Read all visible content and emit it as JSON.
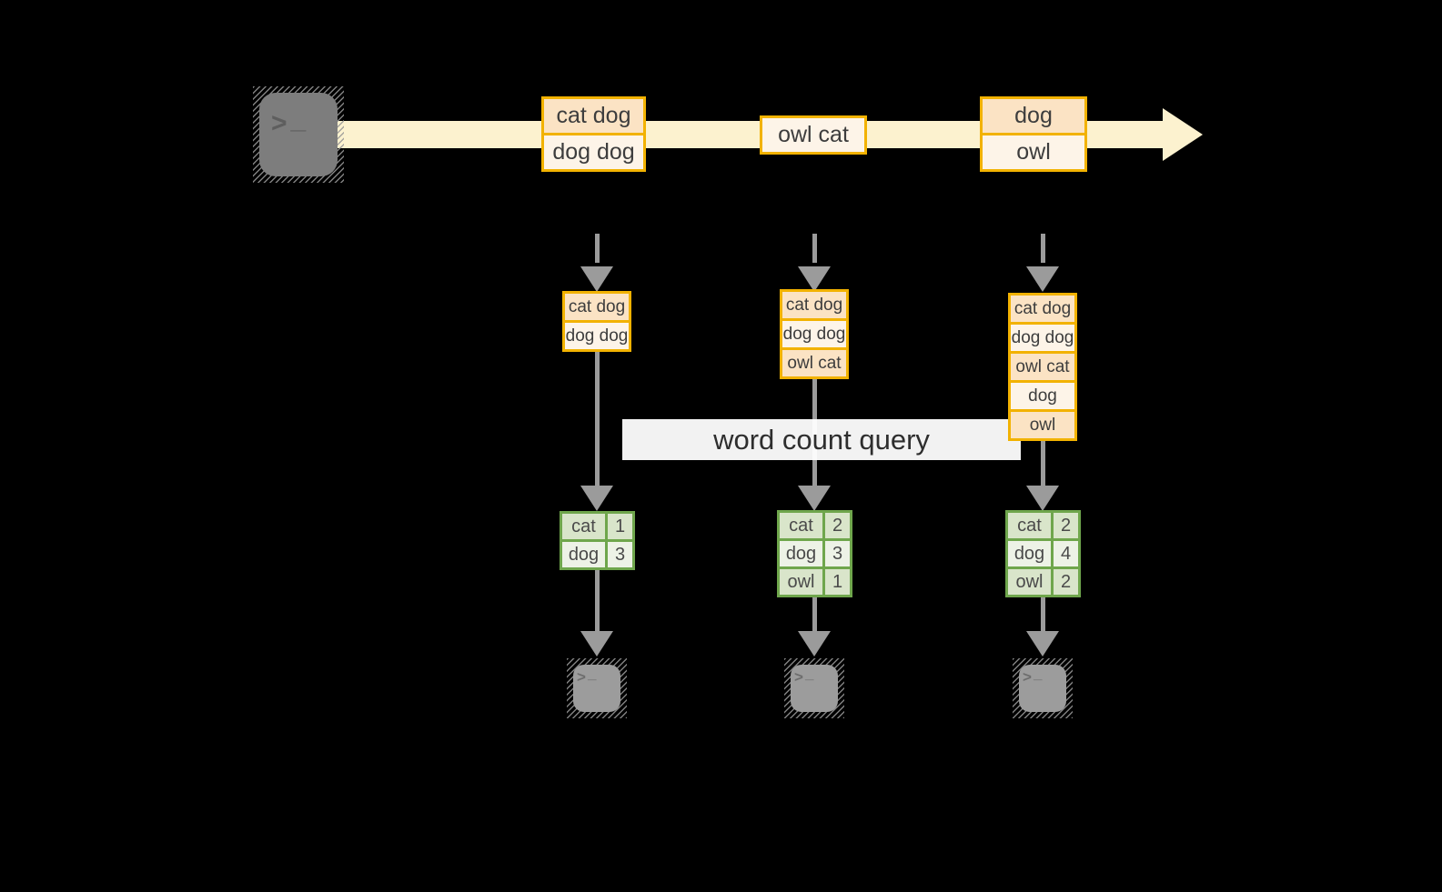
{
  "diagram": {
    "query_label": "word count query",
    "terminal_prompt": ">",
    "terminal_cursor": "_",
    "stream": {
      "messages": [
        {
          "rows": [
            "cat dog",
            "dog dog"
          ]
        },
        {
          "rows": [
            "owl cat"
          ]
        },
        {
          "rows": [
            "dog",
            "owl"
          ]
        }
      ]
    },
    "columns": [
      {
        "buffer": [
          "cat dog",
          "dog dog"
        ],
        "counts": [
          {
            "word": "cat",
            "value": "1"
          },
          {
            "word": "dog",
            "value": "3"
          }
        ]
      },
      {
        "buffer": [
          "cat dog",
          "dog dog",
          "owl cat"
        ],
        "counts": [
          {
            "word": "cat",
            "value": "2"
          },
          {
            "word": "dog",
            "value": "3"
          },
          {
            "word": "owl",
            "value": "1"
          }
        ]
      },
      {
        "buffer": [
          "cat dog",
          "dog dog",
          "owl cat",
          "dog",
          "owl"
        ],
        "counts": [
          {
            "word": "cat",
            "value": "2"
          },
          {
            "word": "dog",
            "value": "4"
          },
          {
            "word": "owl",
            "value": "2"
          }
        ]
      }
    ],
    "colors": {
      "background": "#000000",
      "stream_band": "#FCF2CF",
      "box_border_orange": "#F2B200",
      "box_fill_dark": "#FBE3C4",
      "box_fill_light": "#FDF4E8",
      "table_border_green": "#6FA64C",
      "table_fill_dark": "#D9E5CA",
      "table_fill_light": "#EDF2E6",
      "arrow_gray": "#9B9B9B",
      "terminal_dark": "#7D7D7D",
      "terminal_light": "#9C9C9C",
      "label_bg": "#FFFFFF"
    }
  }
}
